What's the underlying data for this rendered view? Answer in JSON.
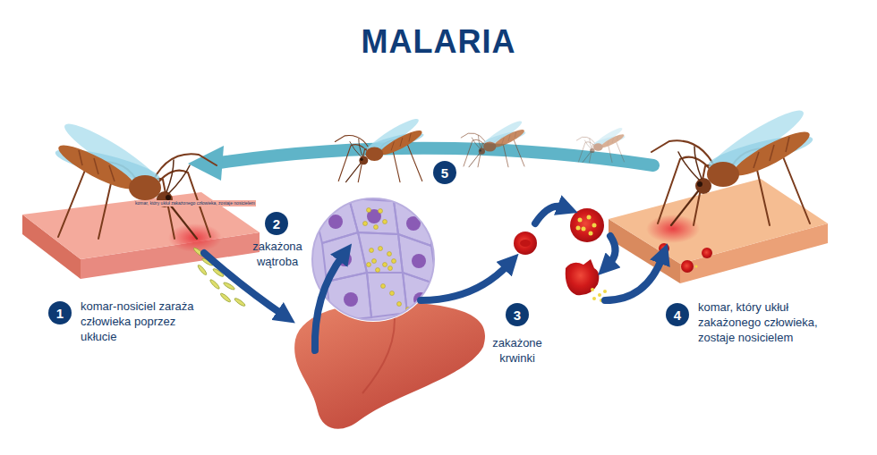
{
  "diagram": {
    "title": "MALARIA",
    "nodes": [
      {
        "text": [
          "1"
        ]
      },
      {
        "text": [
          "2"
        ]
      },
      {
        "text": [
          "3"
        ]
      },
      {
        "text": [
          "4"
        ]
      },
      {
        "text": [
          "5"
        ]
      }
    ],
    "labels": [
      "komar-nosiciel zaraża człowieka poprzez ukłucie",
      "zakażona wątroba",
      "zakażone krwinki",
      "komar, który ukłuł zakażonego człowieka, zostaje nosicielem",
      "komar, który ukłuł zakażonego człowieka, zostaje nosicielem"
    ]
  }
}
